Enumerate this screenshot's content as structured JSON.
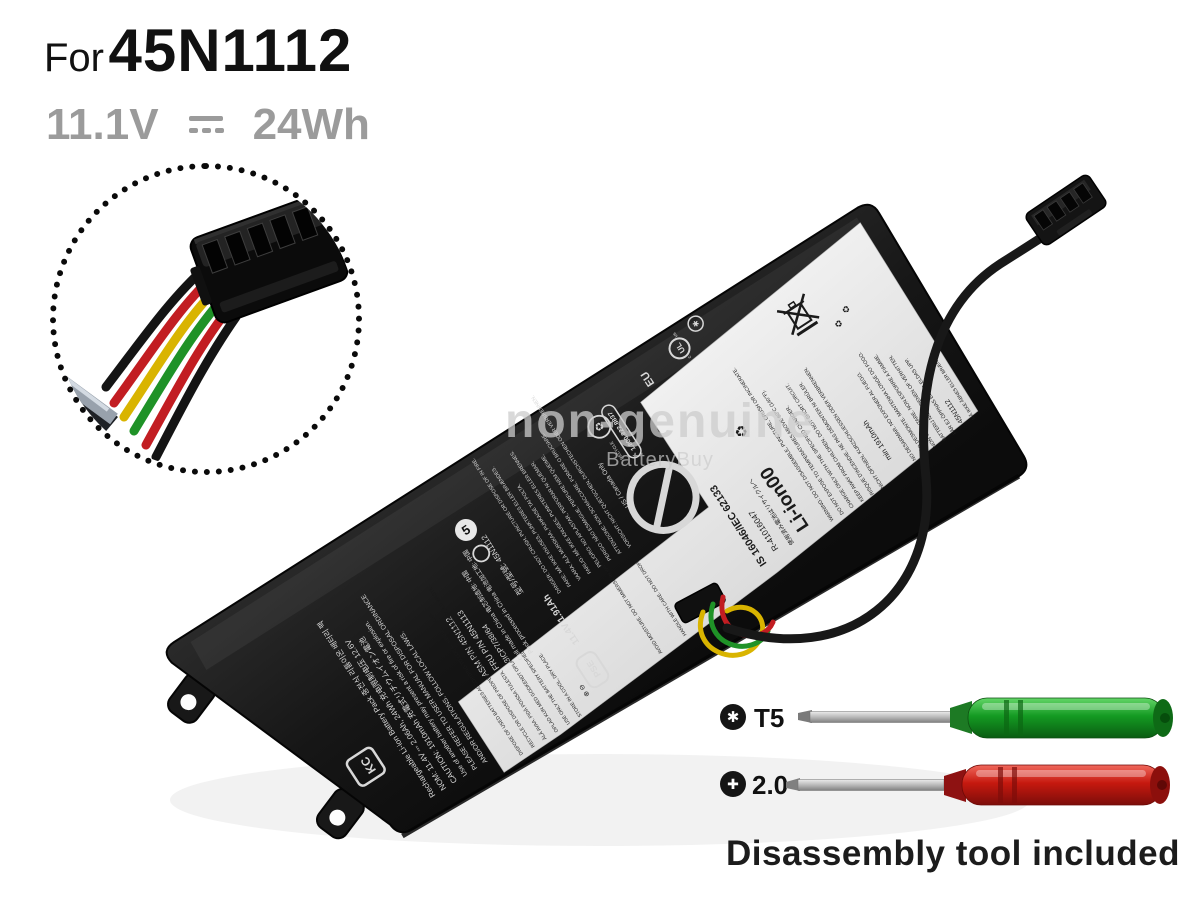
{
  "header": {
    "for_label": "For",
    "model": "45N1112"
  },
  "specs": {
    "voltage": "11.1V",
    "capacity": "24Wh"
  },
  "watermark": {
    "line1": "non-genuine",
    "line2": "BatteryBuy"
  },
  "tools": {
    "t5_label": "T5",
    "phillips_label": "2.0",
    "caption": "Disassembly tool included",
    "torx_icon": "✱",
    "phillips_icon": "✚"
  },
  "battery": {
    "print": {
      "kc": "KC",
      "rechargeable": "Rechargeable Li-ion Battery Pack 충전식 리튬이온 배터리 팩",
      "nom": "NOM: 11.4V ⎓ 2.06Ah, 24Wh 充电限制电压 12.6V",
      "caution": "CAUTION: 1910mAh 充電式リチウムイオン電池",
      "use_warning": "Use of another battery may present a risk of fire or explosion.",
      "manual1": "PLEASE REFER TO USER MANUAL FOR DISPOSAL ORDINANCE",
      "manual2": "AND/OR REGULATIONS. FOLLOW LOCAL LAWS.",
      "five": "5",
      "asm": "ASM P/N 45N1112",
      "fru": "FRU P/N 45N1113",
      "cell_code": "3ICP7/38/64",
      "cell_made": "Cell made in China 电芯制造地: 中国",
      "pack_processed": "Pack processed in China 电池加工地: 中国",
      "model_line": "型号/型號: 45N1112",
      "pse": "PSE",
      "rating": "11.4V 1.91Ah",
      "us_canada": "US / Canada Only",
      "recycle_word": "RECYCLE",
      "phone": "1.800.822.8837",
      "eu": "EU",
      "ul": "UL",
      "ul_c": "c",
      "ul_us": "us",
      "cert_star": "✱"
    },
    "danger": [
      "DANGER: DO NOT CRUSH, PUNCTURE OR DISPOSE OF IN FIRE.",
      "FARE: MÅ IKKE KNUSES, PUNKTERES ELLER BRÆNDES.",
      "VAARA: ÄLÄ MURSKAA, PUHKAISE TAI POLTA.",
      "FARLIG: MÅ IKKE KNUSES, PUNKTERES ELLER BRENNES.",
      "PELIGRO: NO APLASTAR, PERFORAR NI QUEMAR.",
      "PERIGO: NÃO ESMAGUE, PERFURE NEM QUEIME.",
      "ATTENZIONE: NON SCHIACCIARE, FORARE O BRUCIARE.",
      "VORSICHT: NICHT QUETSCHEN, DURCHSTECHEN ODER VERBRENNEN."
    ],
    "label": {
      "standard": "IS 16046/IEC 62133",
      "reg": "R-41016047",
      "li_ion": "Li-ion00",
      "recycle_jp": "使用済み電池はリサイクルへ",
      "min_capacity": "min 1910mAh",
      "model": "45N1112",
      "recycle_symbol": "♻",
      "polarity": "⊕ ⊖"
    },
    "fineprint": [
      "WARNING: DO NOT DISASSEMBLE, PUNCTURE, CRUSH OR INCINERATE.",
      "DO NOT EXPOSE TO TEMPERATURES ABOVE 60°C (140°F).",
      "CHARGE ONLY WITH THE SPECIFIED CHARGER.",
      "KEEP AWAY FROM CHILDREN. DO NOT SHORT CIRCUIT.",
      "RISQUE D'INCENDIE. NE PAS DÉMONTER NI BRÛLER.",
      "NICHT ÖFFNEN, KURZSCHLIESSEN ODER VERBRENNEN.",
      "NO DESARMAR. NO EXPONER AL FUEGO.",
      "NÃO DESMONTE. MANTENHA LONGE DO FOGO.",
      "NON SMONTARE. NON ESPORRE A FIAMME.",
      "BATTERIJ NIET OPENEN OF VERHITTEN.",
      "FÅR EJ ÖPPNAS ELLER ELDAS UPP.",
      "MÅ IKKE ÅBNES ELLER BRÆNDES.",
      "DISPOSE OF USED BATTERIES ACCORDING TO LOCAL REGULATIONS.",
      "RECYCLE OR DISPOSE OF PROPERLY. DO NOT MIX WITH HOUSEHOLD WASTE.",
      "ÄLÄ AVAA. PIDÄ POISSA TULESTA.",
      "OPLAD KUN MED GODKENDT OPLADER.",
      "USE ONLY THE BATTERY SPECIFIED FOR THIS PRODUCT.",
      "STORE IN A COOL, DRY PLACE.",
      "AVOID MOISTURE. DO NOT IMMERSE IN WATER.",
      "HANDLE WITH CARE. DO NOT DROP."
    ]
  },
  "colors": {
    "green_handle": "#128a1e",
    "red_handle": "#c51a12",
    "spec_gray": "#9b9b9b",
    "label_white": "#ededed",
    "pack_black": "#161616"
  }
}
